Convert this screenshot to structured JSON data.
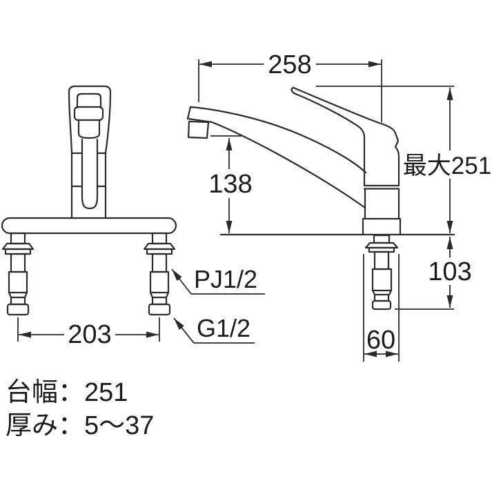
{
  "drawing": {
    "kind": "faucet-dimension-diagram",
    "colors": {
      "line": "#2a2a2a",
      "background": "#ffffff"
    },
    "dimensions": {
      "spout_reach": "258",
      "spout_outlet_height": "138",
      "max_height": "最大251",
      "mounting_pitch": "203",
      "shank_length": "103",
      "base_depth": "60"
    },
    "thread_labels": {
      "upper": "PJ1/2",
      "lower": "G1/2"
    },
    "notes": {
      "base_width": "台幅：251",
      "deck_thickness": "厚み：5〜37"
    }
  }
}
